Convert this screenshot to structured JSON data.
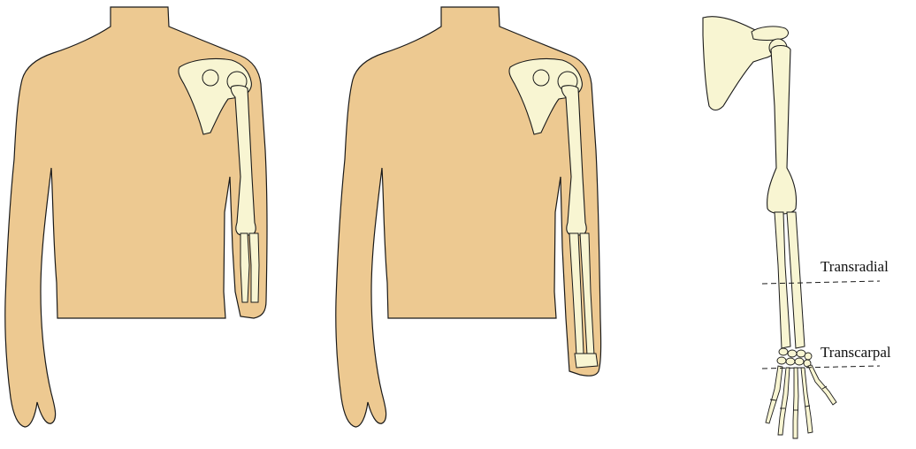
{
  "colors": {
    "skin": "#edc991",
    "bone": "#f8f5d2",
    "outline": "#1a1a1a",
    "background": "#ffffff"
  },
  "figures": [
    {
      "name": "torso-transradial-amputation",
      "amputation": "transradial"
    },
    {
      "name": "torso-transcarpal-amputation",
      "amputation": "transcarpal"
    }
  ],
  "skeleton": {
    "levels": [
      {
        "id": "transradial",
        "label": "Transradial"
      },
      {
        "id": "transcarpal",
        "label": "Transcarpal"
      }
    ]
  }
}
